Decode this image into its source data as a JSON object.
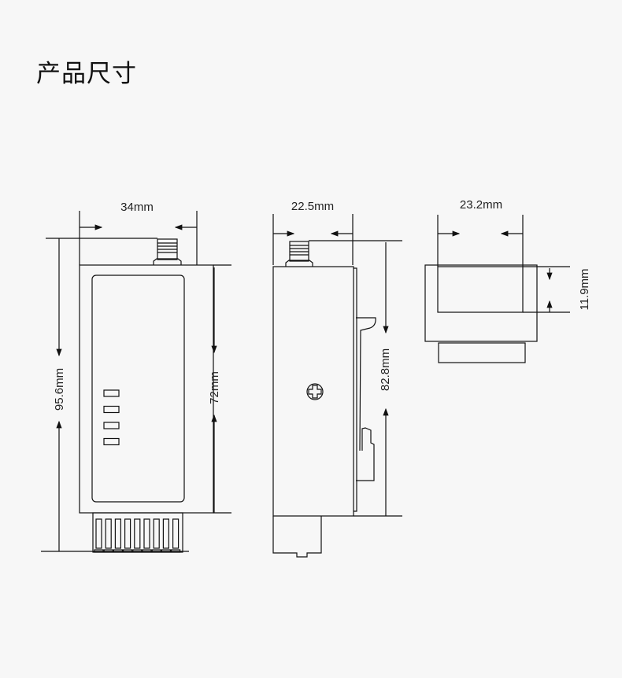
{
  "title": "产品尺寸",
  "front_view": {
    "width_label": "34mm",
    "total_height_label": "95.6mm",
    "body_height_label": "72mm",
    "led_count": 4,
    "terminal_count": 9
  },
  "side_view": {
    "depth_label": "22.5mm",
    "height_label": "82.8mm"
  },
  "top_view": {
    "width_label": "23.2mm",
    "height_label": "11.9mm"
  },
  "colors": {
    "background": "#f7f7f7",
    "line": "#111111"
  }
}
